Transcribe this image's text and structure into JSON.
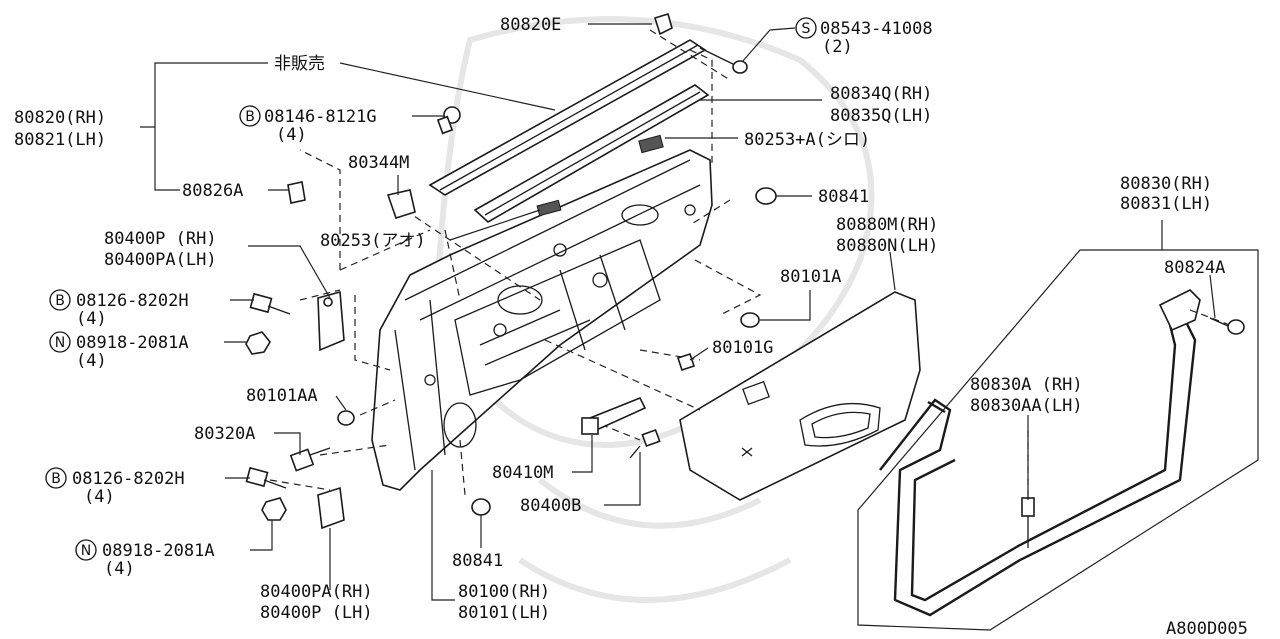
{
  "diagram_code": "A800D005",
  "labels": {
    "p80820E": "80820E",
    "p08543": "08543-41008",
    "p08543_qty": "(2)",
    "not_for_sale": "非販売",
    "p80820_rh": "80820(RH)",
    "p80821_lh": "80821(LH)",
    "p08146": "08146-8121G",
    "p08146_qty": "(4)",
    "p80834q_rh": "80834Q(RH)",
    "p80835q_lh": "80835Q(LH)",
    "p80253a": "80253+A(シロ)",
    "p80344m": "80344M",
    "p80826a": "80826A",
    "p80841_top": "80841",
    "p80253_ao": "80253(アオ)",
    "p80880m_rh": "80880M(RH)",
    "p80880n_lh": "80880N(LH)",
    "p80830_rh": "80830(RH)",
    "p80831_lh": "80831(LH)",
    "p80400p_rh": "80400P (RH)",
    "p80400pa_lh": "80400PA(LH)",
    "p80824a": "80824A",
    "p80101a": "80101A",
    "p08126_top": "08126-8202H",
    "p08126_top_qty": "(4)",
    "p08918_top": "08918-2081A",
    "p08918_top_qty": "(4)",
    "p80101g": "80101G",
    "p80830a_rh": "80830A (RH)",
    "p80830aa_lh": "80830AA(LH)",
    "p80101aa": "80101AA",
    "p80320a": "80320A",
    "p80410m": "80410M",
    "p08126_bot": "08126-8202H",
    "p08126_bot_qty": "(4)",
    "p80400b": "80400B",
    "p08918_bot": "08918-2081A",
    "p08918_bot_qty": "(4)",
    "p80841_bot": "80841",
    "p80400pa_rh": "80400PA(RH)",
    "p80400p_lh": "80400P (LH)",
    "p80100_rh": "80100(RH)",
    "p80101_lh": "80101(LH)"
  },
  "badges": {
    "s": "S",
    "b": "B",
    "n": "N"
  }
}
